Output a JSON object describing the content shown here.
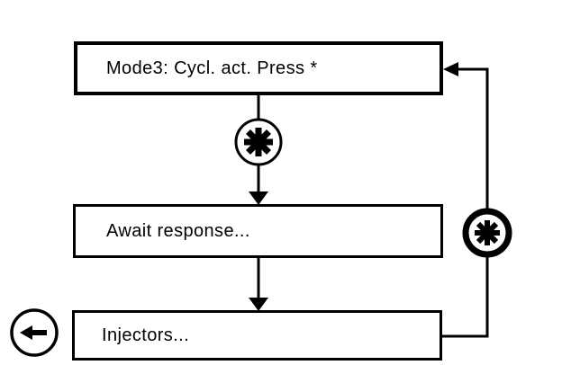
{
  "diagram": {
    "type": "flowchart",
    "colors": {
      "background": "#ffffff",
      "line": "#000000",
      "box_fill": "#ffffff",
      "text": "#000000"
    },
    "boxes": {
      "mode3": {
        "label": "Mode3: Cycl. act. Press *"
      },
      "await": {
        "label": "Await response..."
      },
      "injectors": {
        "label": "Injectors..."
      }
    },
    "icons": {
      "asterisk_top": {
        "name": "asterisk-in-circle",
        "glyph": "✳"
      },
      "asterisk_feedback": {
        "name": "asterisk-in-bold-circle",
        "glyph": "✳"
      },
      "back_arrow": {
        "name": "left-arrow-in-circle",
        "glyph": "←"
      }
    },
    "connections": {
      "mode3_to_await": "down arrow through asterisk circle",
      "await_to_injectors": "down arrow",
      "injectors_to_mode3": "right-side feedback loop through bold asterisk circle, arrow into Mode3 box"
    }
  }
}
